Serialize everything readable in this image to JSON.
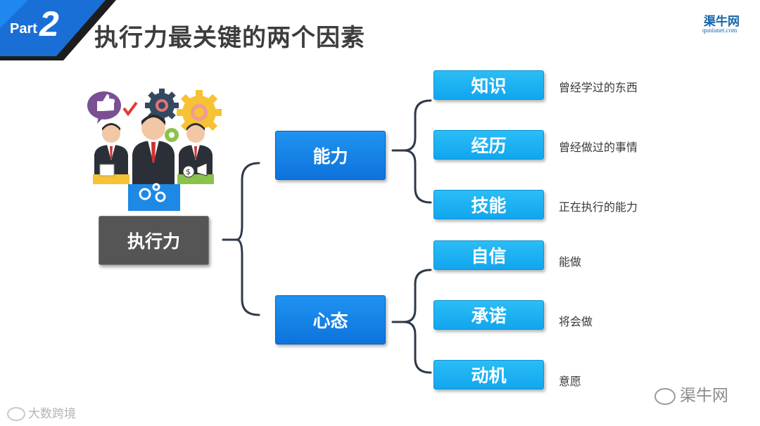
{
  "header": {
    "part_label": "Part",
    "part_number": "2",
    "title": "执行力最关键的两个因素"
  },
  "brand": {
    "name": "渠牛网",
    "url": "quniunet.com"
  },
  "diagram": {
    "root": "执行力",
    "branches": [
      {
        "label": "能力",
        "children": [
          {
            "label": "知识",
            "desc": "曾经学过的东西"
          },
          {
            "label": "经历",
            "desc": "曾经做过的事情"
          },
          {
            "label": "技能",
            "desc": "正在执行的能力"
          }
        ]
      },
      {
        "label": "心态",
        "children": [
          {
            "label": "自信",
            "desc": "能做"
          },
          {
            "label": "承诺",
            "desc": "将会做"
          },
          {
            "label": "动机",
            "desc": "意愿"
          }
        ]
      }
    ]
  },
  "footer": {
    "watermark_left": "大数跨境",
    "watermark_right": "渠牛网"
  },
  "colors": {
    "root": "#555555",
    "branch": "#1580e6",
    "leaf": "#1cb2f3",
    "badge": "#1a6fd6"
  }
}
